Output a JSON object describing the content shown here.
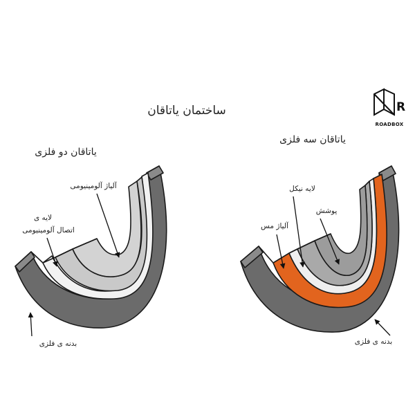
{
  "title": "ساختمان یاتاقان",
  "brand": {
    "name": "ROADBOX",
    "letter": "R",
    "icon": "roadbox-logo-icon"
  },
  "colors": {
    "body_dark": "#6b6b6b",
    "body_side": "#8a8a8a",
    "aluminum_alloy": "#c9c9c9",
    "bonding_layer": "#f2f2f2",
    "copper_alloy": "#e2641e",
    "nickel_layer": "#efefef",
    "coating": "#a9a9a9",
    "outline": "#1a1a1a"
  },
  "bimetal": {
    "heading": "یاتاقان دو فلزی",
    "labels": {
      "aluminum_alloy": "آلیاژ آلومینیومی",
      "bonding_layer_line1": "لایه ی",
      "bonding_layer_line2": "اتصال آلومینیومی",
      "metal_body": "بدنه ی فلزی"
    }
  },
  "trimetal": {
    "heading": "یاتاقان سه فلزی",
    "labels": {
      "nickel_layer": "لایه نیکل",
      "coating": "پوشش",
      "copper_alloy": "آلیاژ مس",
      "metal_body": "بدنه ی فلزی"
    }
  }
}
